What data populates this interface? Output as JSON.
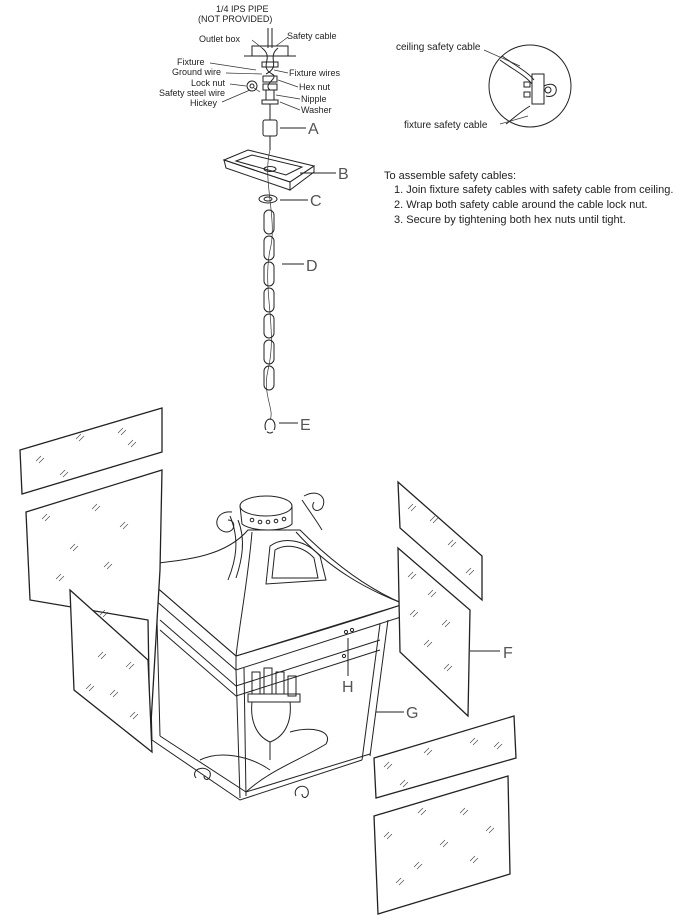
{
  "hardware_labels": {
    "ips_pipe_line1": "1/4 IPS PIPE",
    "ips_pipe_line2": "(NOT PROVIDED)",
    "outlet_box": "Outlet box",
    "safety_cable": "Safety cable",
    "fixture": "Fixture",
    "ground_wire": "Ground wire",
    "fixture_wires": "Fixture wires",
    "lock_nut": "Lock nut",
    "hex_nut": "Hex nut",
    "safety_steel_wire": "Safety steel wire",
    "nipple": "Nipple",
    "hickey": "Hickey",
    "washer": "Washer"
  },
  "inset": {
    "ceiling_safety_cable": "ceiling safety cable",
    "fixture_safety_cable": "fixture safety cable"
  },
  "instructions": {
    "heading": "To assemble safety cables:",
    "steps": [
      "1. Join fixture safety cables with safety cable from ceiling.",
      "2. Wrap both safety cable around the cable lock nut.",
      "3. Secure by tightening both hex nuts until tight."
    ]
  },
  "part_letters": {
    "a": "A",
    "b": "B",
    "c": "C",
    "d": "D",
    "e": "E",
    "f": "F",
    "g": "G",
    "h": "H"
  }
}
